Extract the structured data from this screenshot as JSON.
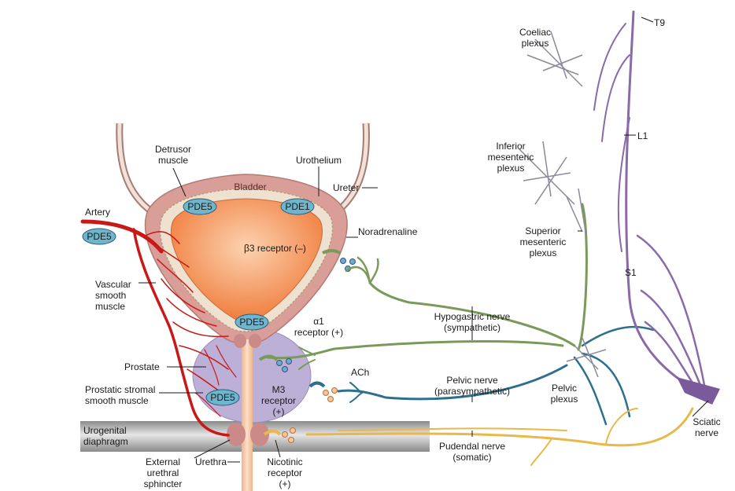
{
  "labels": {
    "detrusor": [
      "Detrusor",
      "muscle"
    ],
    "urothelium": "Urothelium",
    "bladder": "Bladder",
    "ureter": "Ureter",
    "artery": "Artery",
    "noradrenaline": "Noradrenaline",
    "beta3": "β3 receptor (–)",
    "vascular": [
      "Vascular",
      "smooth",
      "muscle"
    ],
    "alpha1": [
      "α1",
      "receptor (+)"
    ],
    "prostate": "Prostate",
    "ach": "ACh",
    "prostatic": [
      "Prostatic stromal",
      "smooth muscle"
    ],
    "m3": [
      "M3",
      "receptor",
      "(+)"
    ],
    "urogenital": [
      "Urogenital",
      "diaphragm"
    ],
    "external": [
      "External",
      "urethral",
      "sphincter"
    ],
    "urethra": "Urethra",
    "nicotinic": [
      "Nicotinic",
      "receptor",
      "(+)"
    ],
    "hypogastric": [
      "Hypogastric nerve",
      "(sympathetic)"
    ],
    "pelvic_nerve": [
      "Pelvic nerve",
      "(parasympathetic)"
    ],
    "pudendal": [
      "Pudendal nerve",
      "(somatic)"
    ],
    "pelvic_plexus": [
      "Pelvic",
      "plexus"
    ],
    "sciatic": [
      "Sciatic",
      "nerve"
    ],
    "coeliac": [
      "Coeliac",
      "plexus"
    ],
    "inferior": [
      "Inferior",
      "mesenteric",
      "plexus"
    ],
    "superior": [
      "Superior",
      "mesenteric",
      "plexus"
    ],
    "t9": "T9",
    "l1": "L1",
    "s1": "S1"
  },
  "pde_badges": {
    "pde5_bladder": "PDE5",
    "pde1": "PDE1",
    "pde5_artery": "PDE5",
    "pde5_neck": "PDE5",
    "pde5_prostate": "PDE5"
  },
  "colors": {
    "sympathetic": "#7a9a5a",
    "parasympathetic": "#2e6f8c",
    "somatic": "#e8b84a",
    "spinal": "#8a6aa8",
    "artery": "#c81818",
    "bladder_wall": "#d79a94",
    "lumen": "#f28d52",
    "prostate": "#bdb1d8",
    "badge": "#6fb6cc"
  }
}
